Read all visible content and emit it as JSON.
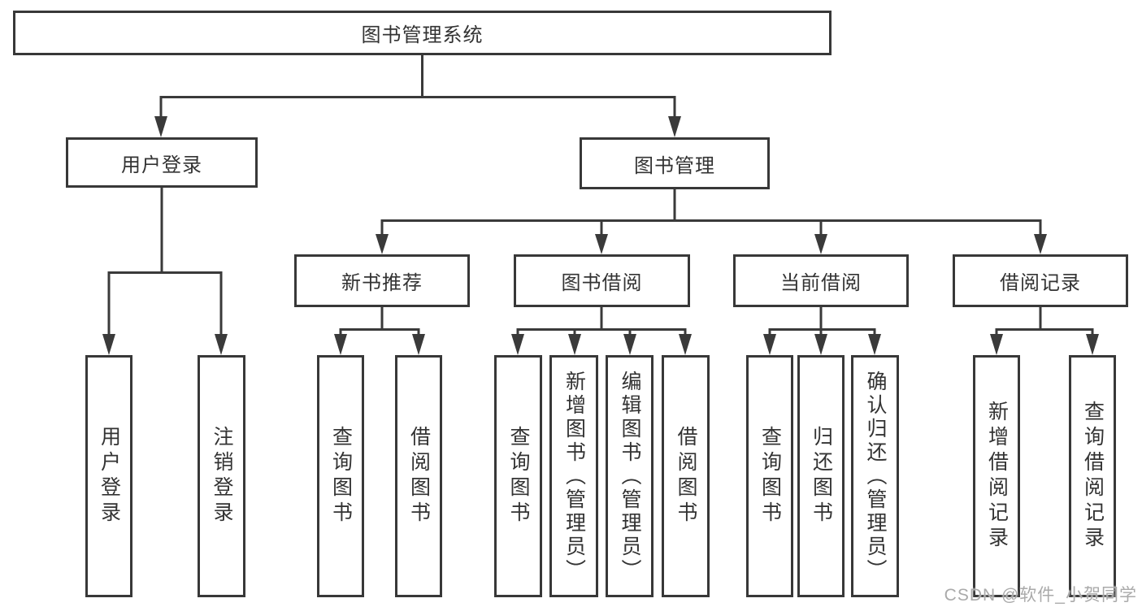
{
  "root": {
    "label": "图书管理系统"
  },
  "branches": {
    "user_login": {
      "label": "用户登录",
      "children": [
        "用户登录",
        "注销登录"
      ]
    },
    "book_mgmt": {
      "label": "图书管理",
      "sections": {
        "new_book": {
          "label": "新书推荐",
          "children": [
            "查询图书",
            "借阅图书"
          ]
        },
        "book_borrow": {
          "label": "图书借阅",
          "children": [
            "查询图书",
            "新增图书（管理员）",
            "编辑图书（管理员）",
            "借阅图书"
          ]
        },
        "current_borrow": {
          "label": "当前借阅",
          "children": [
            "查询图书",
            "归还图书",
            "确认归还（管理员）"
          ]
        },
        "borrow_record": {
          "label": "借阅记录",
          "children": [
            "新增借阅记录",
            "查询借阅记录"
          ]
        }
      }
    }
  },
  "watermark": "CSDN @软件_小贺同学",
  "colors": {
    "line": "#3a3a3a",
    "border": "#383838",
    "text": "#333333",
    "background": "#ffffff",
    "watermark": "#aaaaaa"
  }
}
